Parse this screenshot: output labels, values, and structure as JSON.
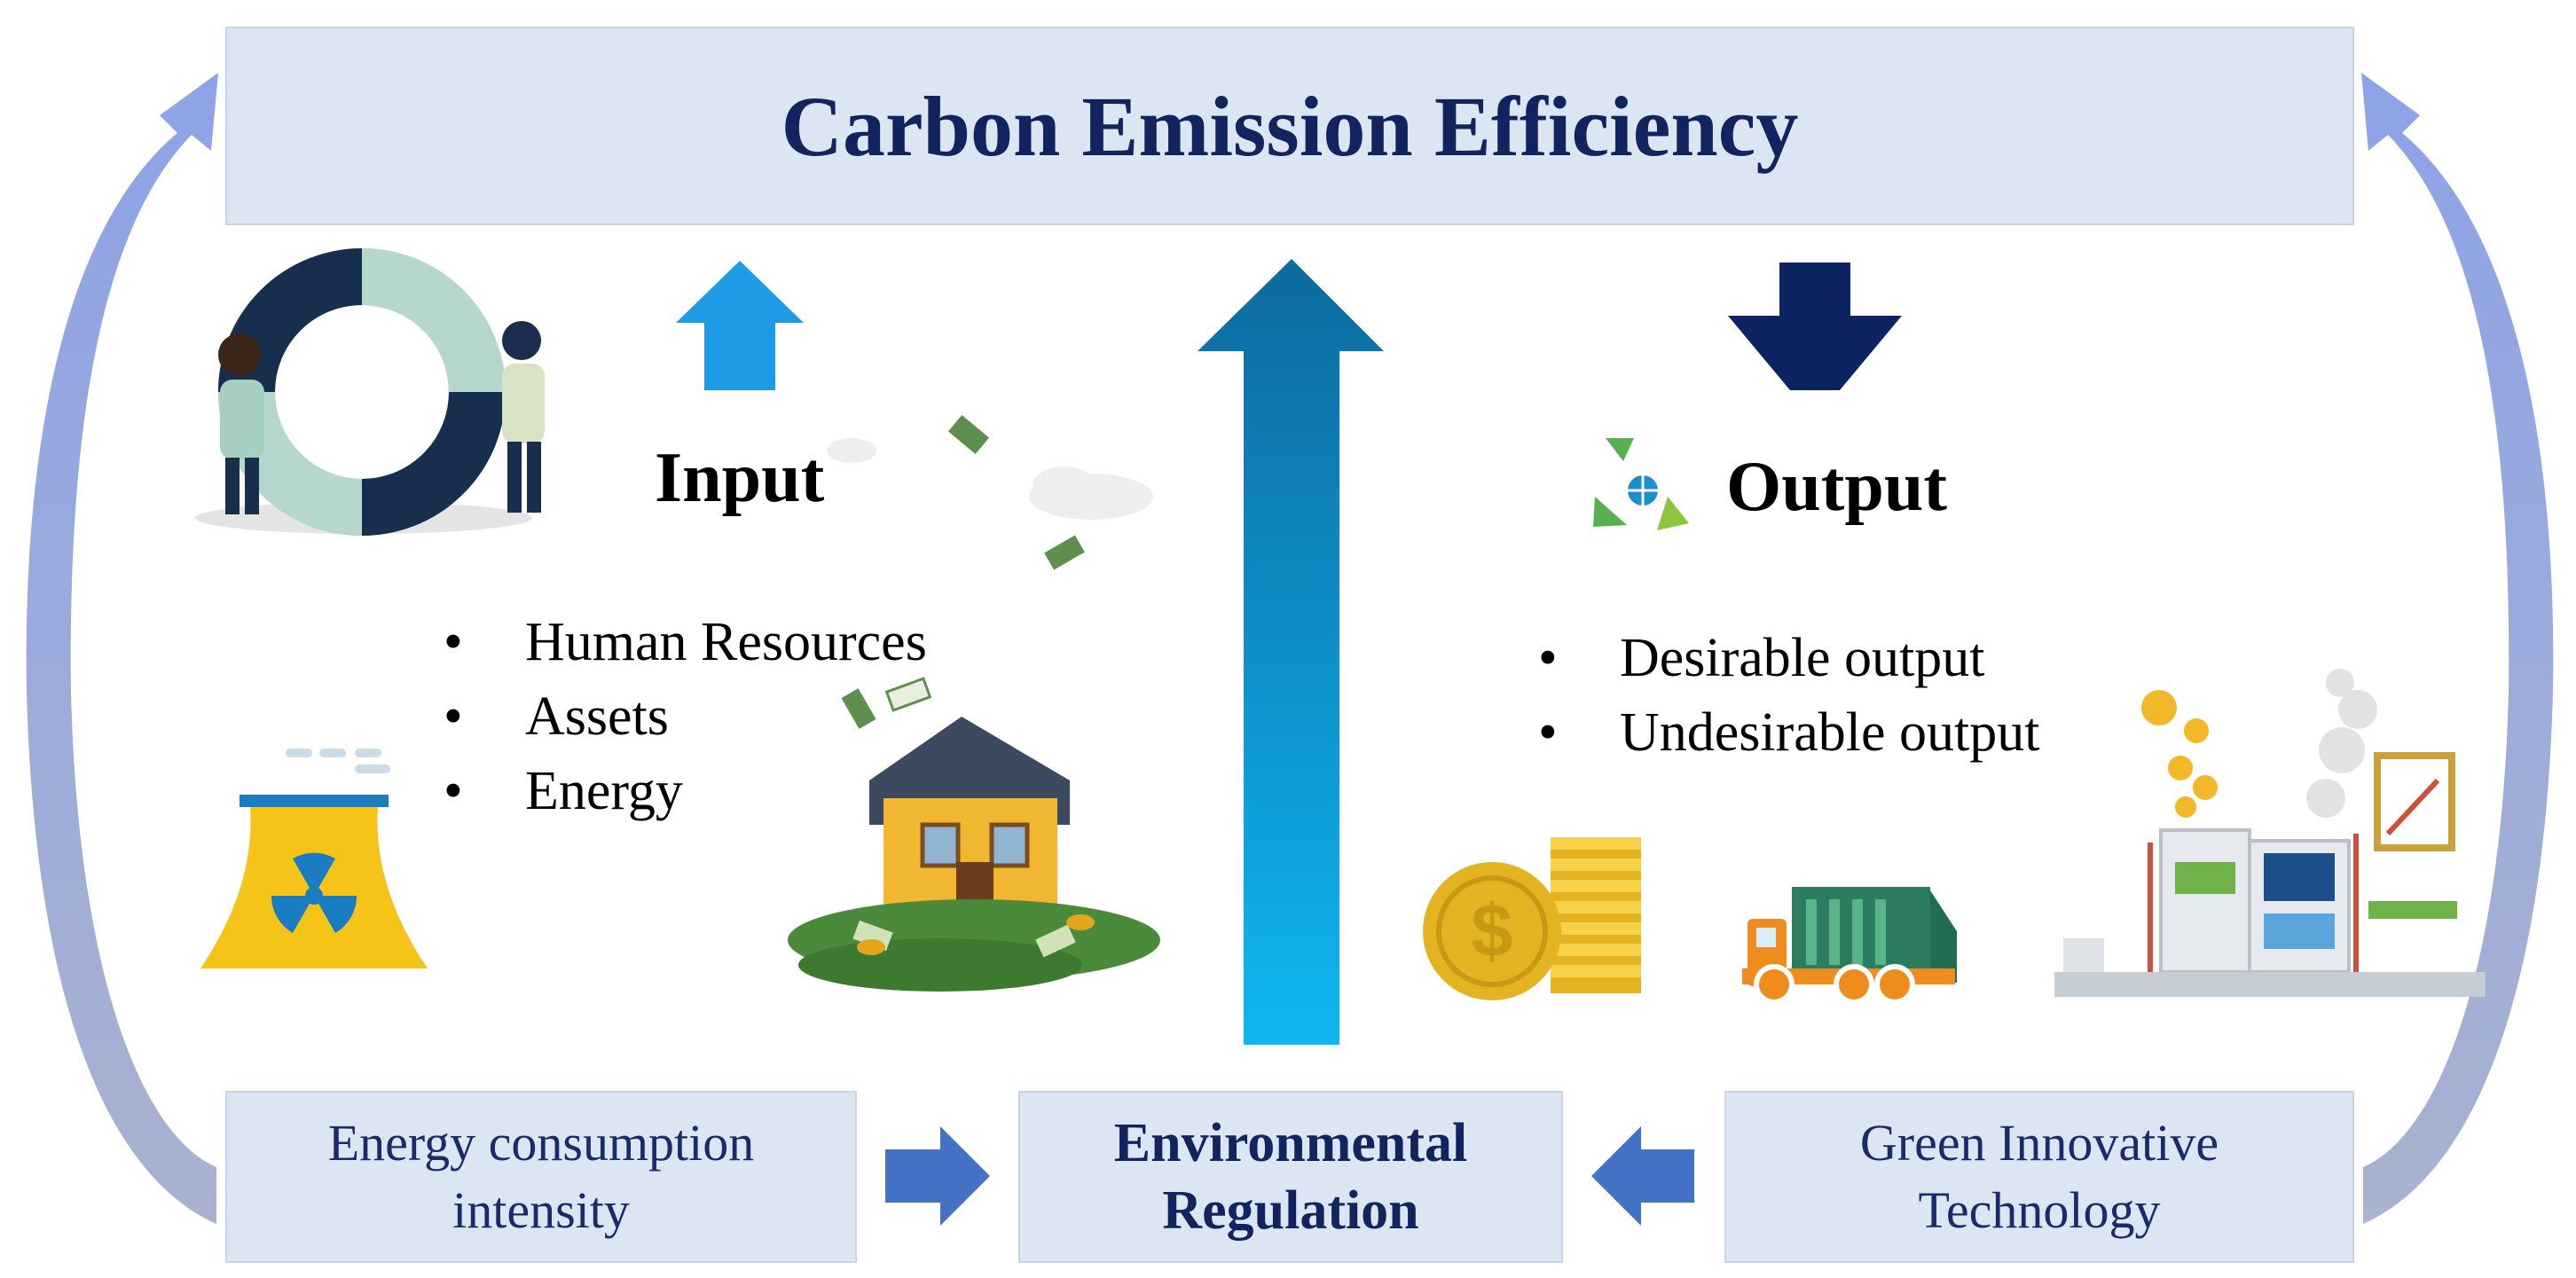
{
  "title": "Carbon Emission Efficiency",
  "input": {
    "heading": "Input",
    "items": [
      "Human Resources",
      "Assets",
      "Energy"
    ]
  },
  "output": {
    "heading": "Output",
    "items": [
      "Desirable output",
      "Undesirable output"
    ]
  },
  "bottom": {
    "energy_intensity": "Energy consumption\nintensity",
    "environmental_regulation": "Environmental\nRegulation",
    "green_technology": "Green Innovative\nTechnology"
  },
  "icons": [
    "teamwork-puzzle-icon",
    "money-icon",
    "nuclear-plant-icon",
    "house-money-icon",
    "recycle-globe-icon",
    "coins-icon",
    "garbage-truck-icon",
    "factory-icon"
  ],
  "colors": {
    "title_box": "#dce6f2",
    "title_text": "#13235f",
    "side_arrows": "#9aa9e0",
    "center_arrow_top": "#0d6a9e",
    "center_arrow_bottom": "#0fb4f0",
    "input_arrow": "#1e9be6",
    "output_arrow": "#0d2463",
    "bottom_arrows": "#4472c4"
  }
}
